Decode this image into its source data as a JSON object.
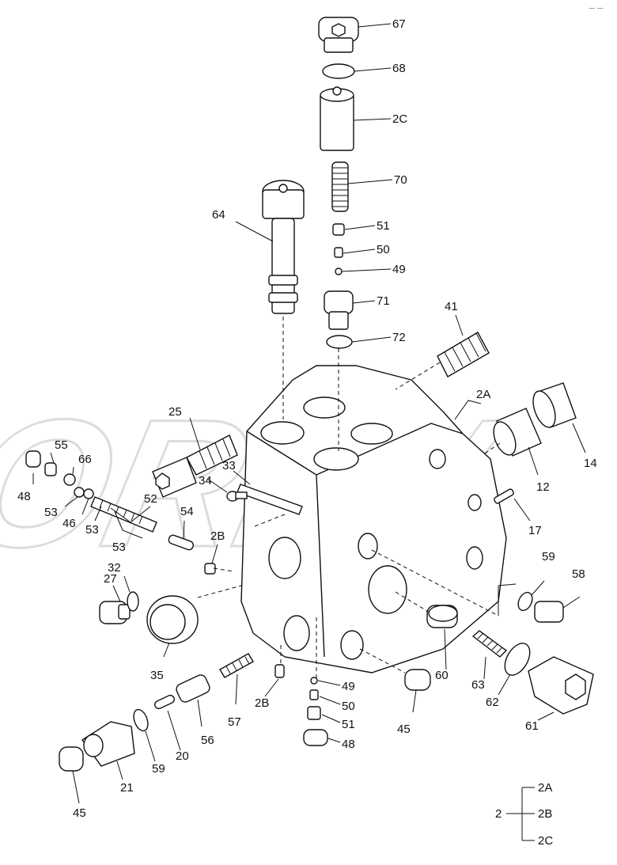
{
  "watermark": "OREV",
  "corner_mark": "ㅡ ㅡ",
  "labels": {
    "p67": "67",
    "p68": "68",
    "p2C": "2C",
    "p70": "70",
    "p51a": "51",
    "p50a": "50",
    "p49a": "49",
    "p71": "71",
    "p72": "72",
    "p41": "41",
    "p64": "64",
    "p2A": "2A",
    "p14": "14",
    "p12": "12",
    "p17": "17",
    "p25": "25",
    "p33": "33",
    "p34": "34",
    "p55": "55",
    "p66": "66",
    "p48a": "48",
    "p53a": "53",
    "p46": "46",
    "p52": "52",
    "p53b": "53",
    "p53c": "53",
    "p54": "54",
    "p2Ba": "2B",
    "p27": "27",
    "p32": "32",
    "p59a": "59",
    "p58": "58",
    "p35": "35",
    "p57": "57",
    "p2Bb": "2B",
    "p49b": "49",
    "p50b": "50",
    "p51b": "51",
    "p48b": "48",
    "p60": "60",
    "p63": "63",
    "p62": "62",
    "p61": "61",
    "p45a": "45",
    "p56": "56",
    "p20": "20",
    "p59b": "59",
    "p21": "21",
    "p45b": "45"
  },
  "legend": {
    "parent": "2",
    "children": [
      "2A",
      "2B",
      "2C"
    ]
  }
}
